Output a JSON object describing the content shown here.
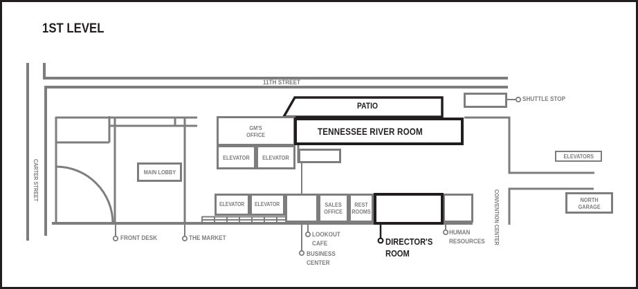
{
  "title": "1ST LEVEL",
  "colors": {
    "wall_gray": "#7d7d7d",
    "ink_black": "#221e1f",
    "background": "#ffffff"
  },
  "streets": {
    "eleventh": "11TH STREET",
    "carter": "CARTER STREET"
  },
  "rooms": {
    "patio": "PATIO",
    "tennessee_river_room": "TENNESSEE RIVER ROOM",
    "gm_office_line1": "GM'S",
    "gm_office_line2": "OFFICE",
    "elevator": "ELEVATOR",
    "elevators": "ELEVATORS",
    "main_lobby": "MAIN LOBBY",
    "sales_office_line1": "SALES",
    "sales_office_line2": "OFFICE",
    "rest_rooms_line1": "REST",
    "rest_rooms_line2": "ROOMS",
    "north_garage_line1": "NORTH",
    "north_garage_line2": "GARAGE"
  },
  "callouts": {
    "shuttle_stop": "SHUTTLE STOP",
    "front_desk": "FRONT DESK",
    "the_market": "THE MARKET",
    "lookout_cafe_line1": "LOOKOUT",
    "lookout_cafe_line2": "CAFE",
    "business_center_line1": "BUSINESS",
    "business_center_line2": "CENTER",
    "directors_room_line1": "DIRECTOR'S",
    "directors_room_line2": "ROOM",
    "human_resources_line1": "HUMAN",
    "human_resources_line2": "RESOURCES",
    "convention_center": "CONVENTION CENTER"
  }
}
